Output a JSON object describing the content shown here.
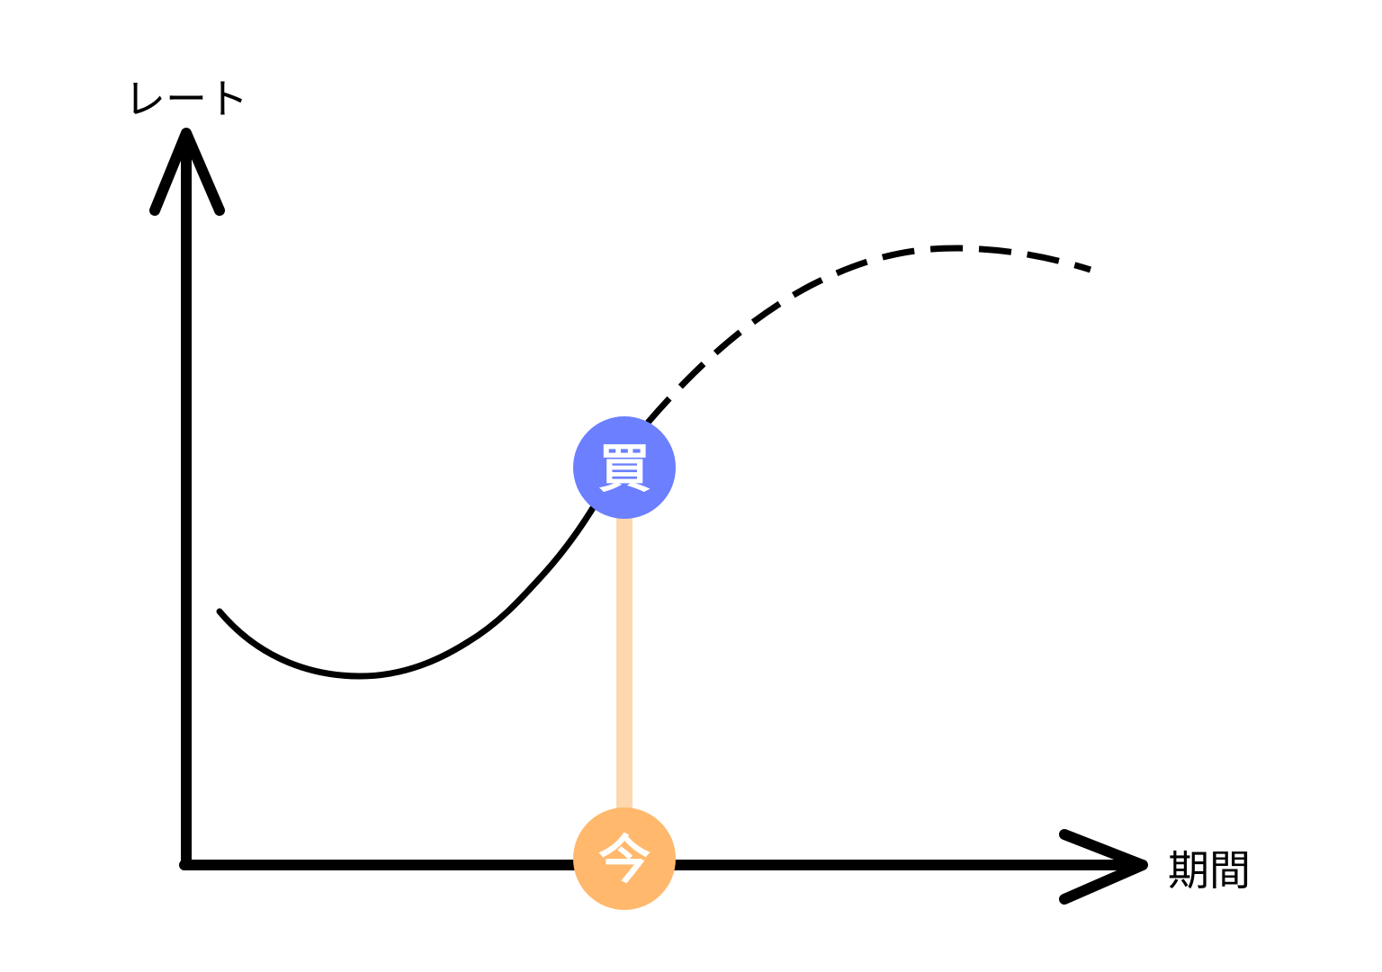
{
  "diagram": {
    "y_axis_label": "レート",
    "x_axis_label": "期間",
    "buy_marker": {
      "label": "買",
      "color": "#6b7fff"
    },
    "now_marker": {
      "label": "今",
      "color": "#ffb86c"
    },
    "connector_color": "#fdd7ae",
    "curve_color": "#000000"
  }
}
